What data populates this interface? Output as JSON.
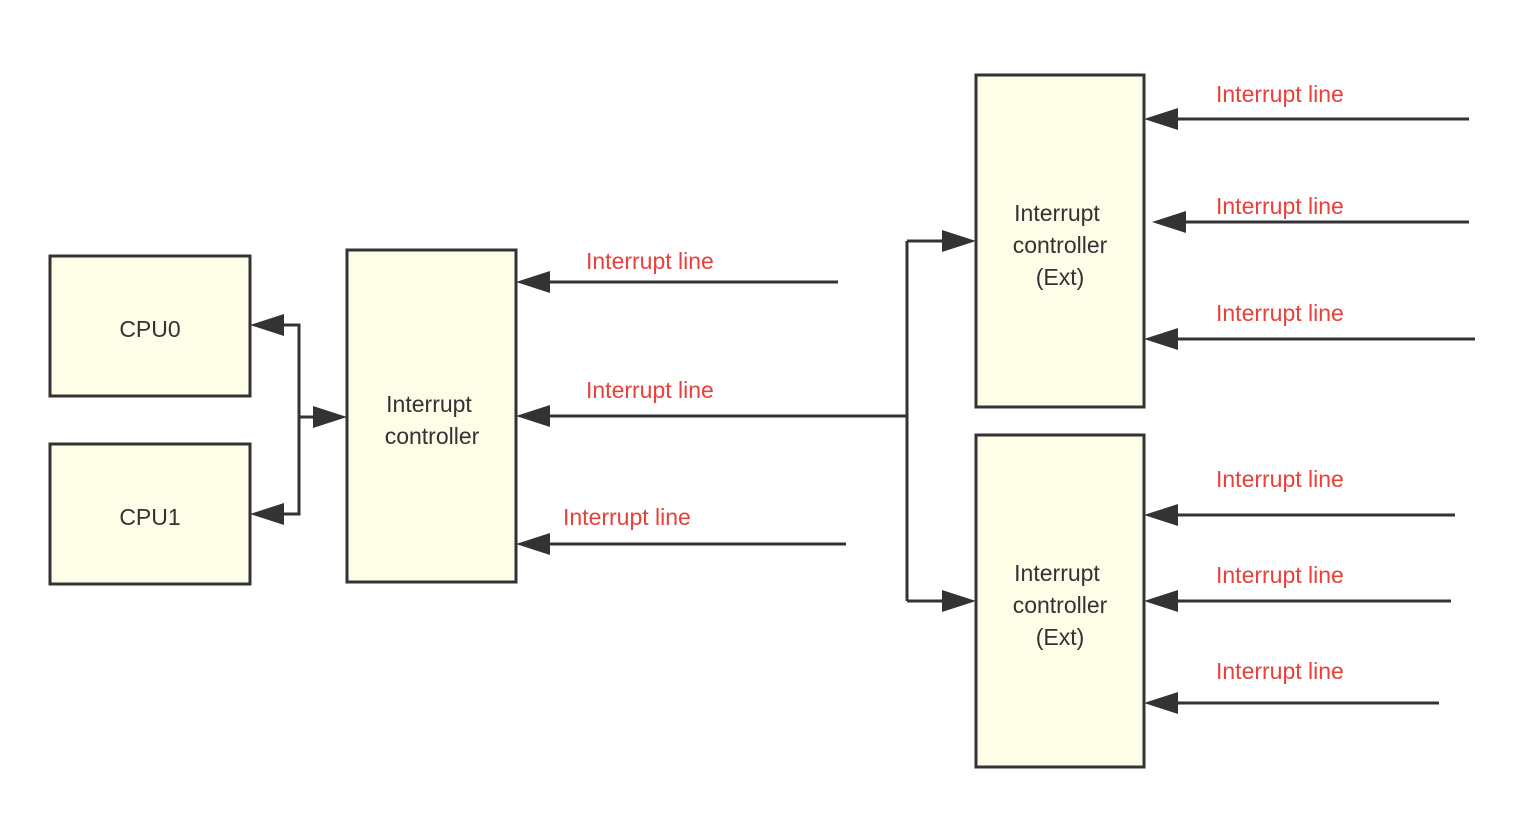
{
  "colors": {
    "box_fill": "#fdfde8",
    "stroke": "#333333",
    "label": "#e8403a"
  },
  "nodes": {
    "cpu0": {
      "label": "CPU0"
    },
    "cpu1": {
      "label": "CPU1"
    },
    "main_controller": {
      "lines": [
        "Interrupt",
        "controller"
      ]
    },
    "ext_controller_top": {
      "lines": [
        "Interrupt",
        "controller",
        "(Ext)"
      ]
    },
    "ext_controller_bottom": {
      "lines": [
        "Interrupt",
        "controller",
        "(Ext)"
      ]
    }
  },
  "interrupt_labels": {
    "main_top": "Interrupt line",
    "main_middle": "Interrupt line",
    "main_bottom": "Interrupt line",
    "ext_top_1": "Interrupt line",
    "ext_top_2": "Interrupt line",
    "ext_top_3": "Interrupt line",
    "ext_bottom_1": "Interrupt line",
    "ext_bottom_2": "Interrupt line",
    "ext_bottom_3": "Interrupt line"
  }
}
